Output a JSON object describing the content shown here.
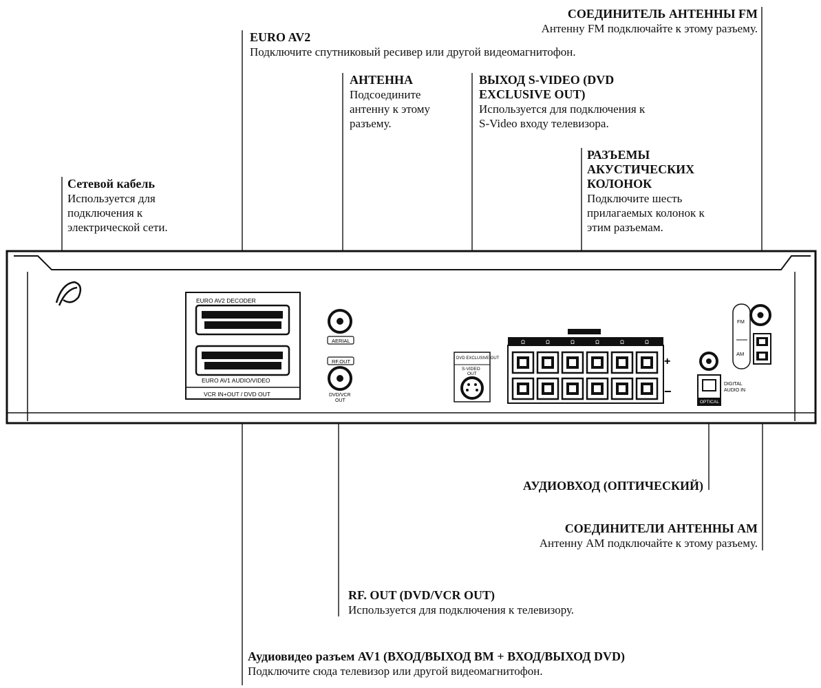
{
  "callouts": {
    "fm_antenna": {
      "title": "СОЕДИНИТЕЛЬ АНТЕННЫ FM",
      "desc": "Антенну FM подключайте к этому разъему."
    },
    "euro_av2": {
      "title": "EURO AV2",
      "desc": "Подключите спутниковый ресивер или другой видеомагнитофон."
    },
    "antenna": {
      "title": "АНТЕННА",
      "desc": "Подсоедините\nантенну к этому\nразъему."
    },
    "svideo": {
      "title": "ВЫХОД S-VIDEO (DVD\nEXCLUSIVE  OUT)",
      "desc": "Используется для подключения к\nS-Video входу телевизора."
    },
    "power": {
      "title": "Сетевой кабель",
      "desc": "Используется для\nподключения к\nэлектрической сети."
    },
    "speakers": {
      "title": "РАЗЪЕМЫ\nАКУСТИЧЕСКИХ\nКОЛОНОК",
      "desc": "Подключите шесть\nприлагаемых колонок к\nэтим разъемам."
    },
    "optical": {
      "title": "АУДИОВХОД (ОПТИЧЕСКИЙ)"
    },
    "am_antenna": {
      "title": "СОЕДИНИТЕЛИ АНТЕННЫ АМ",
      "desc": "Антенну АМ подключайте к этому разъему."
    },
    "rf_out": {
      "title": "RF. OUT (DVD/VCR OUT)",
      "desc": "Используется для подключения к телевизору."
    },
    "av1": {
      "title": "Аудиовидео разъем AV1 (ВХОД/ВЫХОД ВМ + ВХОД/ВЫХОД DVD)",
      "desc": "Подключите сюда телевизор или другой видеомагнитофон."
    }
  },
  "panel": {
    "euro_av2_decoder": "EURO AV2 DECODER",
    "euro_av1": "EURO AV1 AUDIO/VIDEO",
    "vcr_dvd_out": "VCR IN+OUT / DVD OUT",
    "aerial": "AERIAL",
    "rf_out": "RF.OUT",
    "dvd_vcr_out_1": "DVD/VCR",
    "dvd_vcr_out_2": "OUT",
    "dvd_exclusive": "DVD EXCLUSIVE OUT",
    "svideo_out_1": "S-VIDEO",
    "svideo_out_2": "OUT",
    "fm": "FM",
    "am": "AM",
    "digital_audio_in_1": "DIGITAL",
    "digital_audio_in_2": "AUDIO IN",
    "optical": "OPTICAL",
    "plus": "+",
    "minus": "−",
    "ohm": "Ω"
  }
}
